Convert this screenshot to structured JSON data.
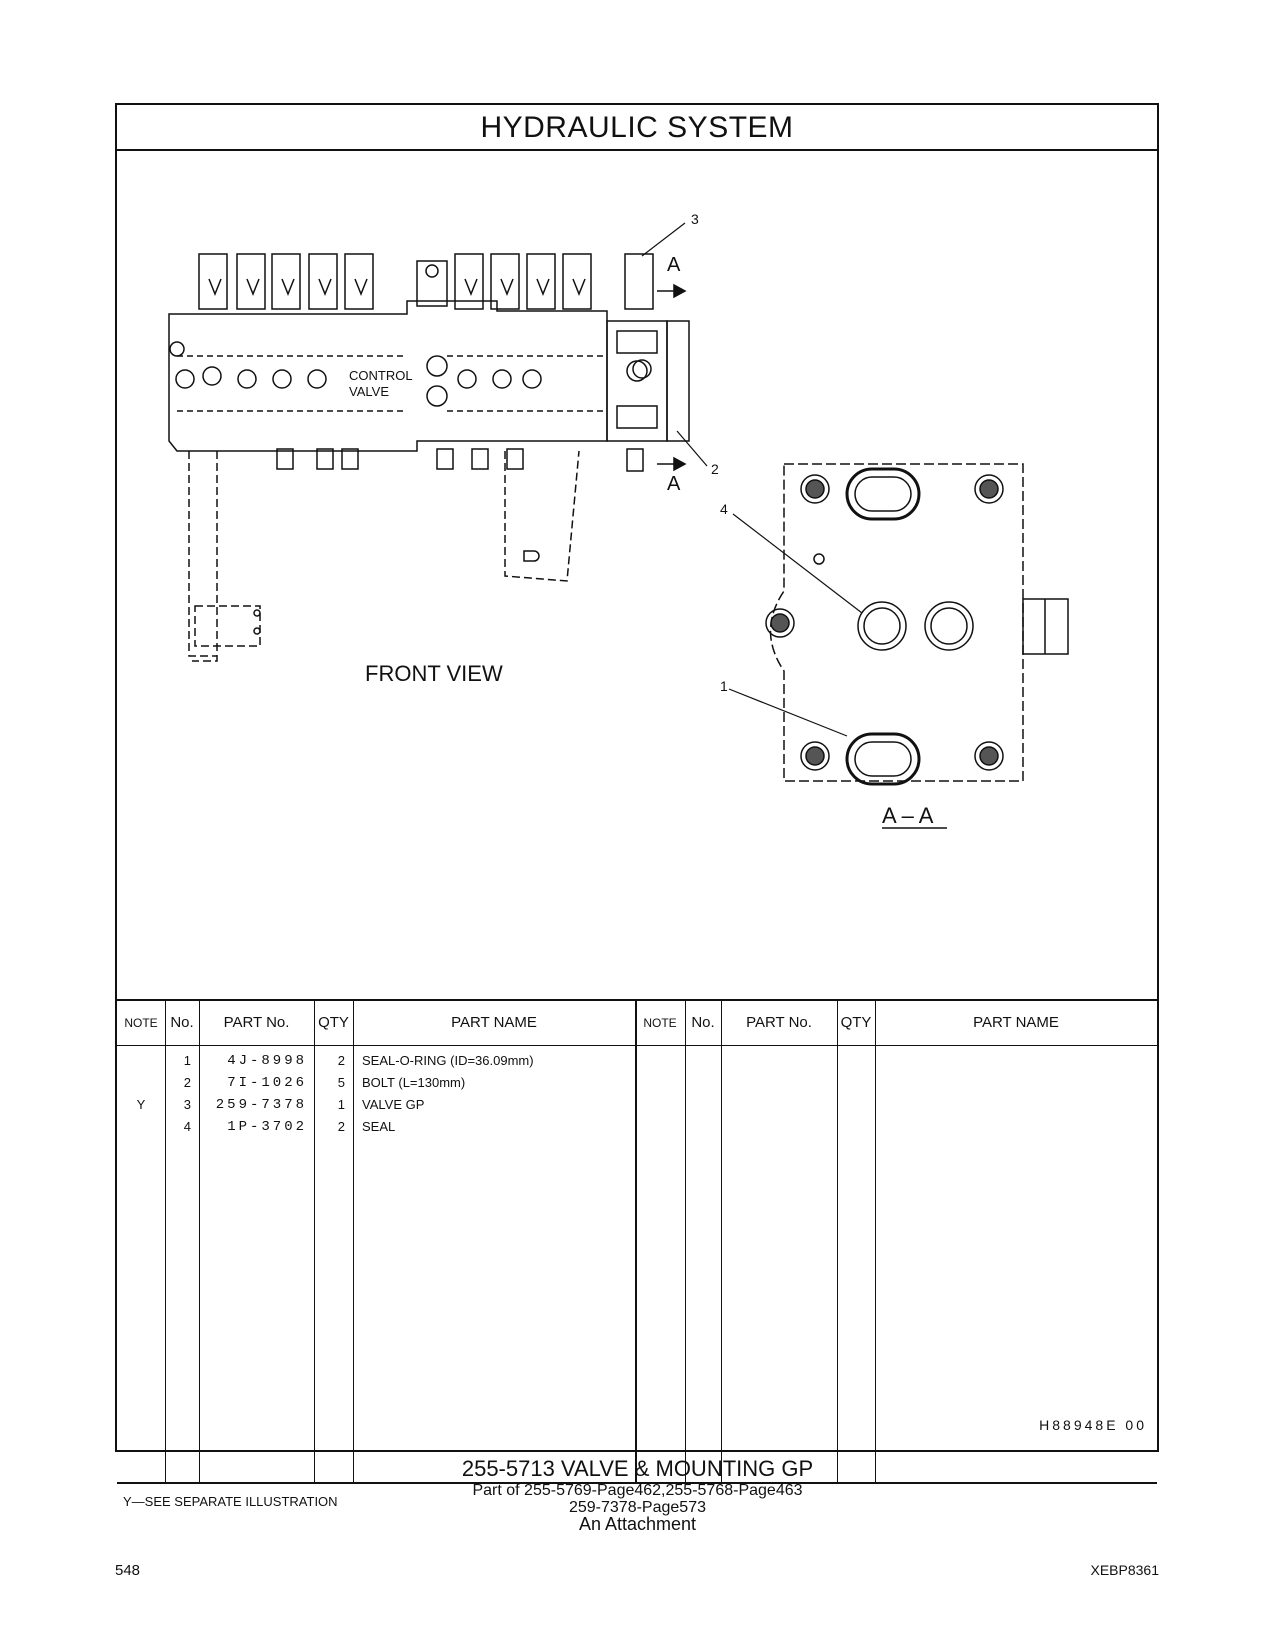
{
  "header": {
    "title": "HYDRAULIC   SYSTEM"
  },
  "drawing": {
    "labels": {
      "control_valve_line1": "CONTROL",
      "control_valve_line2": "VALVE",
      "front_view": "FRONT  VIEW",
      "section_label": "A – A",
      "section_arrow_top": "A",
      "section_arrow_bottom": "A",
      "callout_1": "1",
      "callout_2": "2",
      "callout_3": "3",
      "callout_4": "4"
    }
  },
  "parts_table": {
    "headers": {
      "note": "NOTE",
      "no": "No.",
      "part_no": "PART No.",
      "qty": "QTY",
      "part_name": "PART NAME"
    },
    "rows": [
      {
        "note": "",
        "no": "1",
        "part_no": "4J-8998",
        "qty": "2",
        "part_name": "SEAL-O-RING (ID=36.09mm)"
      },
      {
        "note": "",
        "no": "2",
        "part_no": "7I-1026",
        "qty": "5",
        "part_name": "BOLT (L=130mm)"
      },
      {
        "note": "Y",
        "no": "3",
        "part_no": "259-7378",
        "qty": "1",
        "part_name": "VALVE  GP"
      },
      {
        "note": "",
        "no": "4",
        "part_no": "1P-3702",
        "qty": "2",
        "part_name": "SEAL"
      }
    ],
    "footnote": "Y—SEE  SEPARATE  ILLUSTRATION",
    "drawing_id": "H88948E   00"
  },
  "caption": {
    "title": "255-5713  VALVE  &  MOUNTING  GP",
    "line2": "Part of 255-5769-Page462,255-5768-Page463",
    "line3": "259-7378-Page573",
    "line4": "An Attachment"
  },
  "footer": {
    "page_number": "548",
    "doc_code": "XEBP8361"
  }
}
